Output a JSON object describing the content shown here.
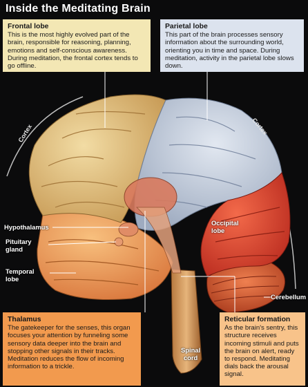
{
  "title": "Inside the Meditating Brain",
  "frontal": {
    "heading": "Frontal lobe",
    "body": "This is the most highly evolved part of the brain, responsible for reasoning, planning, emotions and self-conscious awareness. During meditation, the frontal cortex tends to go offline."
  },
  "parietal": {
    "heading": "Parietal lobe",
    "body": "This part of the brain processes sensory information about the surrounding world, orienting you in time and space. During meditation, activity in the parietal lobe slows down."
  },
  "thalamus": {
    "heading": "Thalamus",
    "body": "The gatekeeper for the senses, this organ focuses your attention by funneling some sensory data deeper into the brain and stopping other signals in their tracks. Meditation reduces the flow of incoming information to a trickle."
  },
  "reticular": {
    "heading": "Reticular formation",
    "body": "As the brain's sentry, this structure receives incoming stimuli and puts the brain on alert, ready to respond. Meditating dials back the arousal signal."
  },
  "labels": {
    "cortex_left": "Cortex",
    "cortex_right": "Cortex",
    "hypothalamus": "Hypothalamus",
    "pituitary_1": "Pituitary",
    "pituitary_2": "gland",
    "temporal_1": "Temporal",
    "temporal_2": "lobe",
    "occipital_1": "Occipital",
    "occipital_2": "lobe",
    "cerebellum": "Cerebellum",
    "spinal_1": "Spinal",
    "spinal_2": "cord"
  },
  "colors": {
    "background": "#0b0b0c",
    "frontal": "#e8c98a",
    "parietal": "#c9d3e0",
    "occipital": "#e8452c",
    "temporal": "#f0a060",
    "thalamus": "#d9826a",
    "brainstem": "#d9a06a"
  }
}
